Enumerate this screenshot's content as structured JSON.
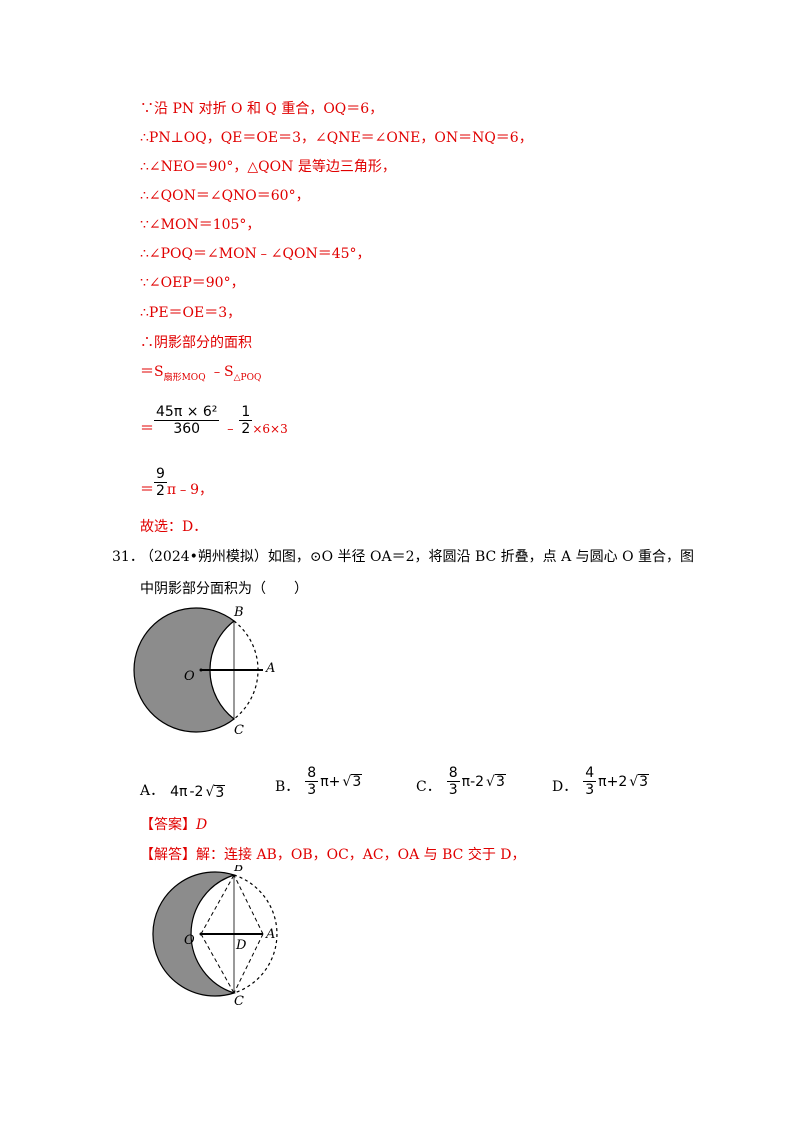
{
  "solution_lines": [
    "∵沿 PN 对折 O 和 Q 重合，OQ＝6，",
    "∴PN⊥OQ，QE＝OE＝3，∠QNE＝∠ONE，ON＝NQ＝6，",
    "∴∠NEO＝90°，△QON 是等边三角形，",
    "∴∠QON＝∠QNO＝60°，",
    "∵∠MON＝105°，",
    "∴∠POQ＝∠MON﹣∠QON＝45°，",
    "∵∠OEP＝90°，",
    "∴PE＝OE＝3，",
    "∴阴影部分的面积"
  ],
  "area_expr": {
    "prefix": "＝S",
    "sub1": "扇形MOQ",
    "minus": "﹣S",
    "sub2": "△POQ"
  },
  "calc": {
    "eq": "＝",
    "frac1_num": "45π × 6²",
    "frac1_den": "360",
    "minus": "﹣",
    "frac2_num": "1",
    "frac2_den": "2",
    "tail": "×6×3"
  },
  "result": {
    "eq": "＝",
    "num": "9",
    "den": "2",
    "tail": "π﹣9，"
  },
  "conclusion": "故选：D．",
  "question": {
    "number": "31．",
    "line1": "（2024•朔州模拟）如图，⊙O 半径 OA＝2，将圆沿 BC 折叠，点 A 与圆心 O 重合，图",
    "line2": "中阴影部分面积为（　　）"
  },
  "figure_labels": {
    "B": "B",
    "C": "C",
    "O": "O",
    "A": "A",
    "D": "D"
  },
  "options": [
    {
      "letter": "A．",
      "pre": "4π",
      "op": "-2",
      "rad": "3"
    },
    {
      "letter": "B．",
      "num": "8",
      "den": "3",
      "mid": "π+",
      "rad": "3"
    },
    {
      "letter": "C．",
      "num": "8",
      "den": "3",
      "mid": "π-2",
      "rad": "3"
    },
    {
      "letter": "D．",
      "num": "4",
      "den": "3",
      "mid": "π+2",
      "rad": "3"
    }
  ],
  "answer": {
    "tag": "【答案】",
    "value": "D"
  },
  "analysis": {
    "tag": "【解答】",
    "text": "解：连接 AB，OB，OC，AC，OA 与 BC 交于 D，"
  },
  "colors": {
    "answer_red": "#e00000",
    "shade": "#8c8c8c"
  }
}
